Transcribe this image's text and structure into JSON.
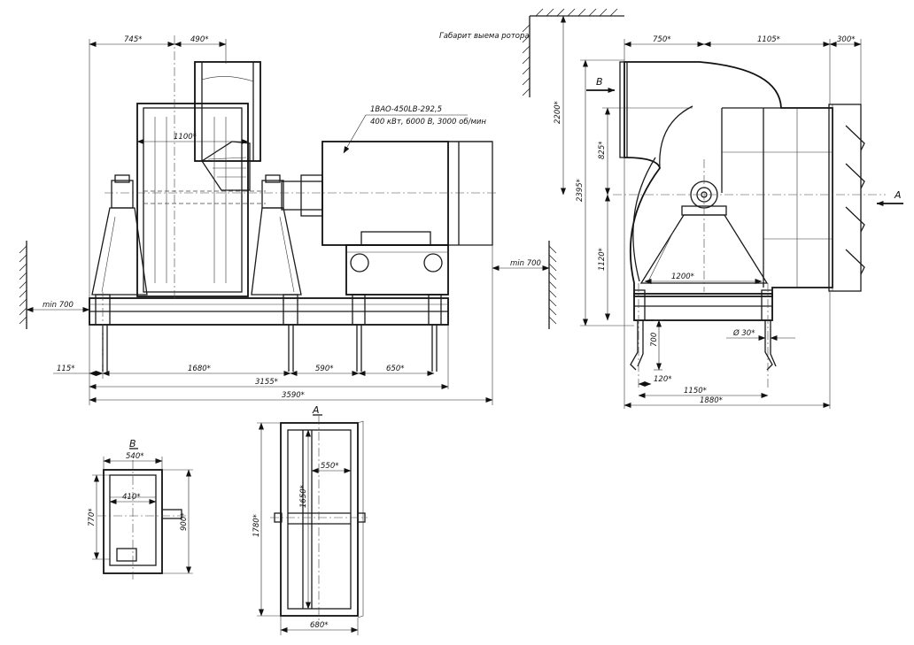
{
  "notes": {
    "rotor_removal": "Габарит выема ротора",
    "motor_model": "1ВАО-450LВ-292,5",
    "motor_spec": "400 кВт, 6000 В, 3000 об/мин",
    "min_left": "min 700",
    "min_right": "min 700"
  },
  "views": {
    "a": "А",
    "a_arrow": "А",
    "b": "В",
    "b_arrow": "В"
  },
  "dims": {
    "d745": "745*",
    "d490": "490*",
    "d1100": "1100*",
    "d115": "115*",
    "d1680": "1680*",
    "d590": "590*",
    "d650": "650*",
    "d3155": "3155*",
    "d3590": "3590*",
    "d750": "750*",
    "d1105": "1105*",
    "d300": "300*",
    "d2200": "2200*",
    "d825": "825*",
    "d2395": "2395*",
    "d1120": "1120*",
    "d1200": "1200*",
    "d700": "700",
    "d30": "Ø 30*",
    "d120": "120*",
    "d1150": "1150*",
    "d1880": "1880*",
    "d540": "540*",
    "d410": "410*",
    "d770": "770*",
    "d900": "900*",
    "d550": "550*",
    "d1650": "1650*",
    "d1780": "1780*",
    "d680": "680*"
  }
}
